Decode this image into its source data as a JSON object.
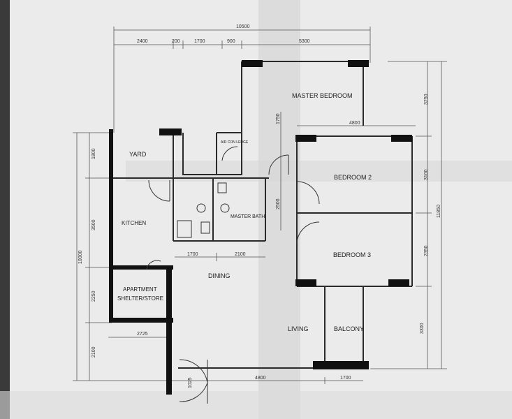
{
  "rooms": {
    "master_bedroom": "MASTER BEDROOM",
    "yard": "YARD",
    "aircon_ledge": "AIR CON LEDGE",
    "bedroom2": "BEDROOM 2",
    "kitchen": "KITCHEN",
    "master_bath": "MASTER BATH",
    "bedroom3": "BEDROOM 3",
    "dining": "DINING",
    "shelter_line1": "APARTMENT",
    "shelter_line2": "SHELTER/STORE",
    "living": "LIVING",
    "balcony": "BALCONY"
  },
  "dimensions": {
    "top_total": "10500",
    "top_2400": "2400",
    "top_200": "200",
    "top_1700": "1700",
    "top_900": "900",
    "top_5300": "5300",
    "mid_4800": "4800",
    "mid_1750": "1750",
    "left_1800": "1800",
    "left_3500": "3500",
    "left_2250": "2250",
    "left_2100": "2100",
    "left_total": "10000",
    "bath_1700": "1700",
    "bath_2100": "2100",
    "shelter_2725": "2725",
    "bot_4800": "4800",
    "bot_1700": "1700",
    "right_3250": "3250",
    "right_3100": "3100",
    "right_2350": "2350",
    "right_3300": "3300",
    "right_total": "11850",
    "mid_2500": "2500",
    "entry_1025": "1025"
  }
}
